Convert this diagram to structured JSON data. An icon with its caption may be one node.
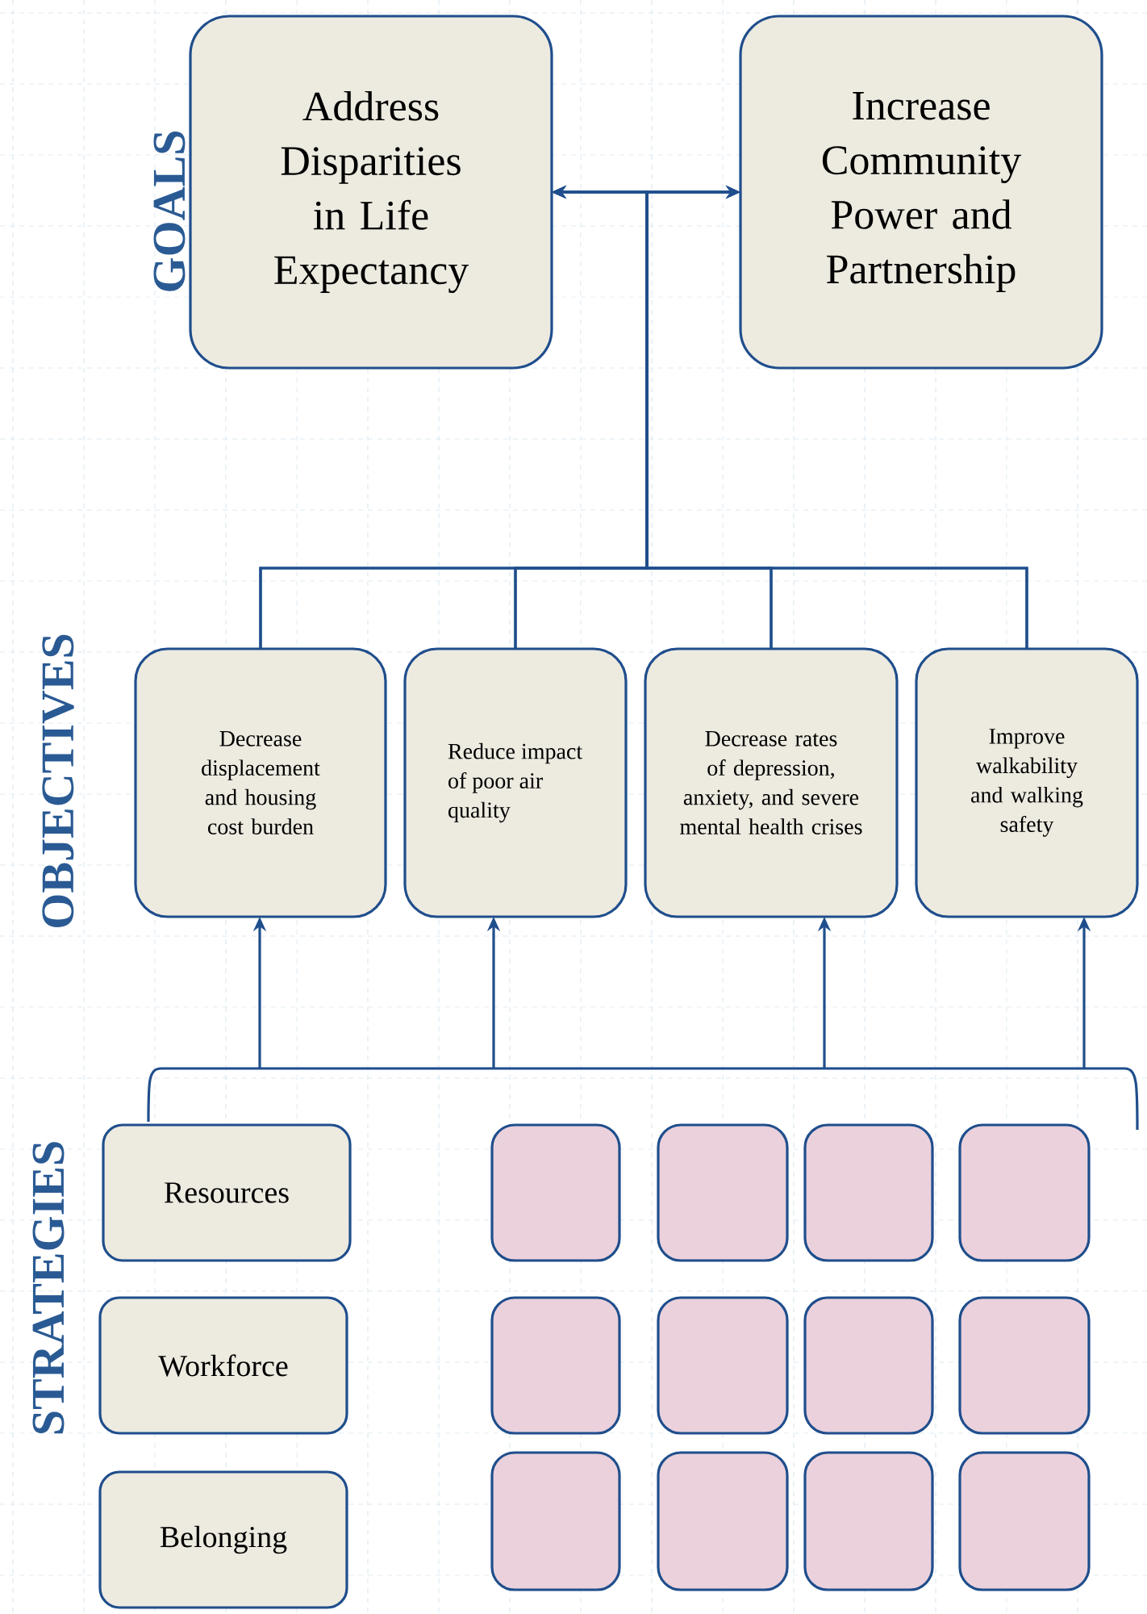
{
  "diagram": {
    "nodes": [
      {
        "text": [
          "Address Disparities in Life Expectancy"
        ]
      },
      {
        "text": [
          "Increase Community Power and Partnership"
        ]
      },
      {
        "text": [
          "Decrease displacement and housing cost burden"
        ]
      },
      {
        "text": [
          "Reduce impact of poor air quality"
        ]
      },
      {
        "text": [
          "Decrease rates of depression, anxiety, and severe mental health crises"
        ]
      },
      {
        "text": [
          "Improve walkability and walking safety"
        ]
      },
      {
        "text": [
          "Resources"
        ]
      },
      {
        "text": [
          "Workforce"
        ]
      },
      {
        "text": [
          "Belonging"
        ]
      },
      {
        "text": [],
        "shape": "box"
      },
      {
        "text": [],
        "shape": "box"
      },
      {
        "text": [],
        "shape": "box"
      },
      {
        "text": [],
        "shape": "box"
      },
      {
        "text": [],
        "shape": "box"
      },
      {
        "text": [],
        "shape": "box"
      },
      {
        "text": [],
        "shape": "box"
      },
      {
        "text": [],
        "shape": "box"
      },
      {
        "text": [],
        "shape": "box"
      },
      {
        "text": [],
        "shape": "box"
      },
      {
        "text": [],
        "shape": "box"
      },
      {
        "text": [],
        "shape": "box"
      },
      {
        "text": [],
        "shape": "bracket"
      }
    ],
    "edges": [
      {
        "from": 2,
        "to": 0,
        "arrow": "to"
      },
      {
        "from": 2,
        "to": 1,
        "arrow": "to"
      },
      {
        "from": 3,
        "to": 0,
        "arrow": "to"
      },
      {
        "from": 3,
        "to": 1,
        "arrow": "to"
      },
      {
        "from": 4,
        "to": 0,
        "arrow": "to"
      },
      {
        "from": 4,
        "to": 1,
        "arrow": "to"
      },
      {
        "from": 5,
        "to": 0,
        "arrow": "to"
      },
      {
        "from": 5,
        "to": 1,
        "arrow": "to"
      },
      {
        "from": 21,
        "to": 2,
        "arrow": "to"
      },
      {
        "from": 21,
        "to": 3,
        "arrow": "to"
      },
      {
        "from": 21,
        "to": 4,
        "arrow": "to"
      },
      {
        "from": 21,
        "to": 5,
        "arrow": "to"
      }
    ],
    "labels": [
      "GOALS",
      "OBJECTIVES",
      "STRATEGIES"
    ]
  }
}
